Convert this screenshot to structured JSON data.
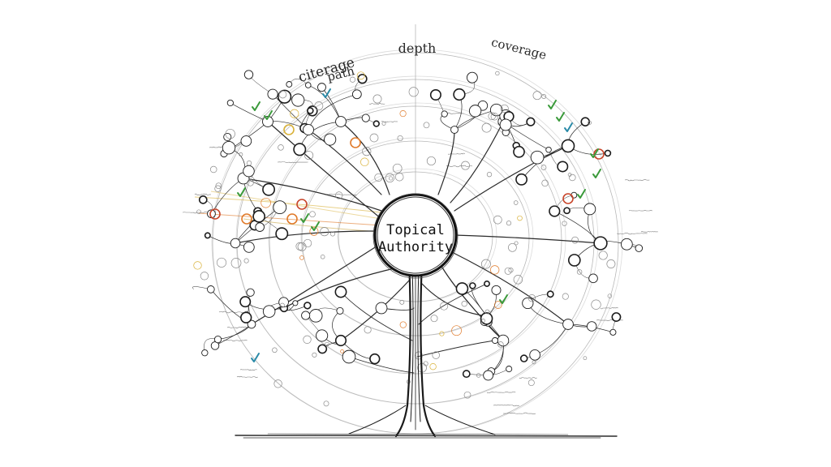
{
  "diagram": {
    "center_label_line1": "Topical",
    "center_label_line2": "Authority",
    "arc_labels": {
      "left_top": "citerage",
      "left_bottom": "path",
      "middle": "depth",
      "right": "coverage"
    }
  },
  "colors": {
    "ink": "#1c1c1c",
    "pencil": "#8a8a8a",
    "check_green": "#3a9a3a",
    "check_teal": "#2a8aa8",
    "accent_orange": "#e07a2a",
    "accent_red": "#c8452a",
    "accent_yellow": "#d9b23a"
  },
  "icons": [
    "checkmark-icon",
    "node-circle-icon"
  ]
}
